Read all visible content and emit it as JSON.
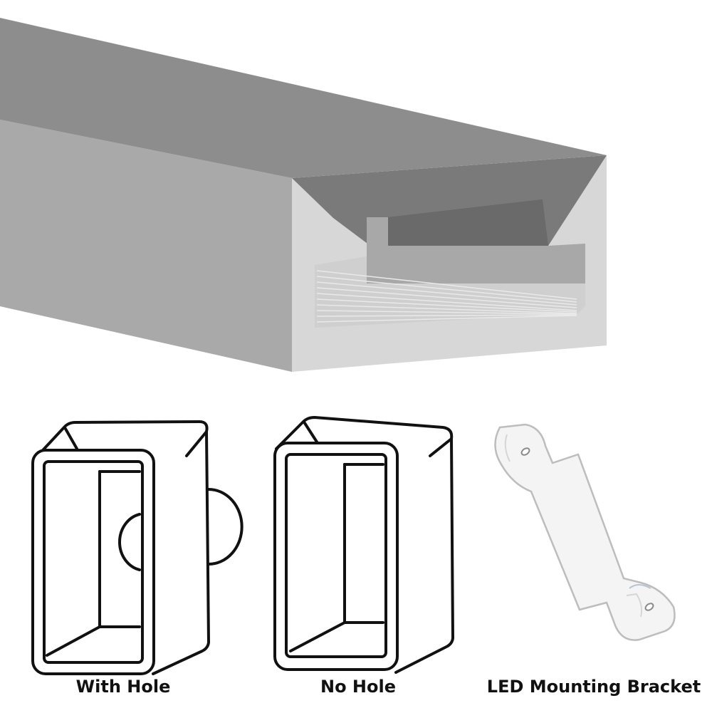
{
  "captions": {
    "with_hole": "With Hole",
    "no_hole": "No Hole",
    "bracket": "LED Mounting Bracket"
  },
  "colors": {
    "profile_top": "#8d8d8d",
    "profile_side": "#a9a9a9",
    "profile_face": "#d7d7d7",
    "channel_dark": "#5e5e5e",
    "channel_mid": "#7a7a7a",
    "channel_light": "#c4c4c4",
    "line_art": "#111111",
    "bracket_fill": "#f4f4f4",
    "bracket_edge": "#bdbdbd"
  },
  "icons": [
    "silicone-neon-profile",
    "end-cap-with-hole-icon",
    "end-cap-no-hole-icon",
    "mounting-bracket-icon"
  ]
}
